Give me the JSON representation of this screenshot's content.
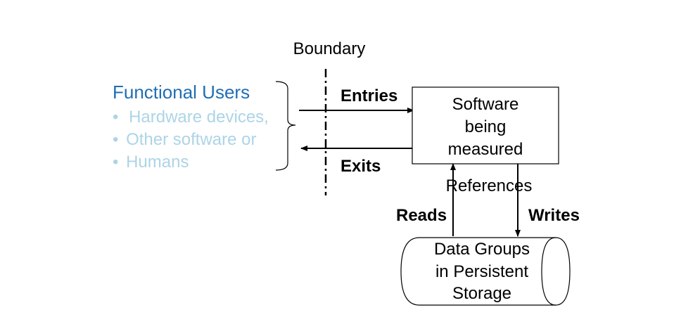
{
  "boundary": {
    "label": "Boundary"
  },
  "functional_users": {
    "title": "Functional Users",
    "items": [
      "Hardware devices,",
      "Other software or",
      "Humans"
    ],
    "bullet": "•",
    "title_color": "#1F6EB5",
    "item_color": "#ADD4E6"
  },
  "flows": {
    "entries": "Entries",
    "exits": "Exits",
    "references": "References",
    "reads": "Reads",
    "writes": "Writes"
  },
  "software_box": {
    "lines": [
      "Software",
      "being",
      "measured"
    ]
  },
  "storage": {
    "lines": [
      "Data Groups",
      "in Persistent",
      "Storage"
    ]
  }
}
